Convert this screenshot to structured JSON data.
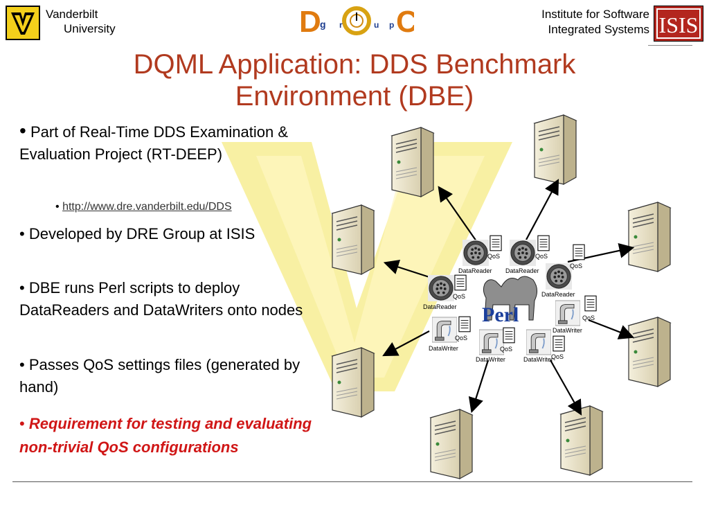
{
  "header": {
    "vanderbilt_line1": "Vanderbilt",
    "vanderbilt_line2": "University",
    "doc_letters": [
      "D",
      "g",
      "r",
      "O",
      "u",
      "p",
      "C"
    ],
    "isis_line1": "Institute for Software",
    "isis_line2": "Integrated Systems",
    "isis_logo_text": "ISIS"
  },
  "title": "DQML Application: DDS Benchmark Environment (DBE)",
  "bullets": {
    "b1_bullet": "•",
    "b1": "Part of Real-Time DDS Examination & Evaluation Project (RT-DEEP)",
    "sub1_bullet": "•",
    "sub1_link": "http://www.dre.vanderbilt.edu/DDS",
    "b2": "• Developed by DRE Group at ISIS",
    "b3": "• DBE runs Perl scripts to deploy DataReaders and DataWriters onto nodes",
    "b4": "• Passes QoS settings files (generated by hand)",
    "b5_bullet": "•",
    "b5": "Requirement for testing and evaluating non-trivial QoS configurations"
  },
  "diagram": {
    "perl_label": "Perl",
    "qos_label": "QoS",
    "datareader_label": "DataReader",
    "datawriter_label": "DataWriter"
  },
  "colors": {
    "title": "#b13a1f",
    "requirement": "#d01616",
    "watermark": "#f2e56b",
    "isis_red": "#b3261e"
  }
}
